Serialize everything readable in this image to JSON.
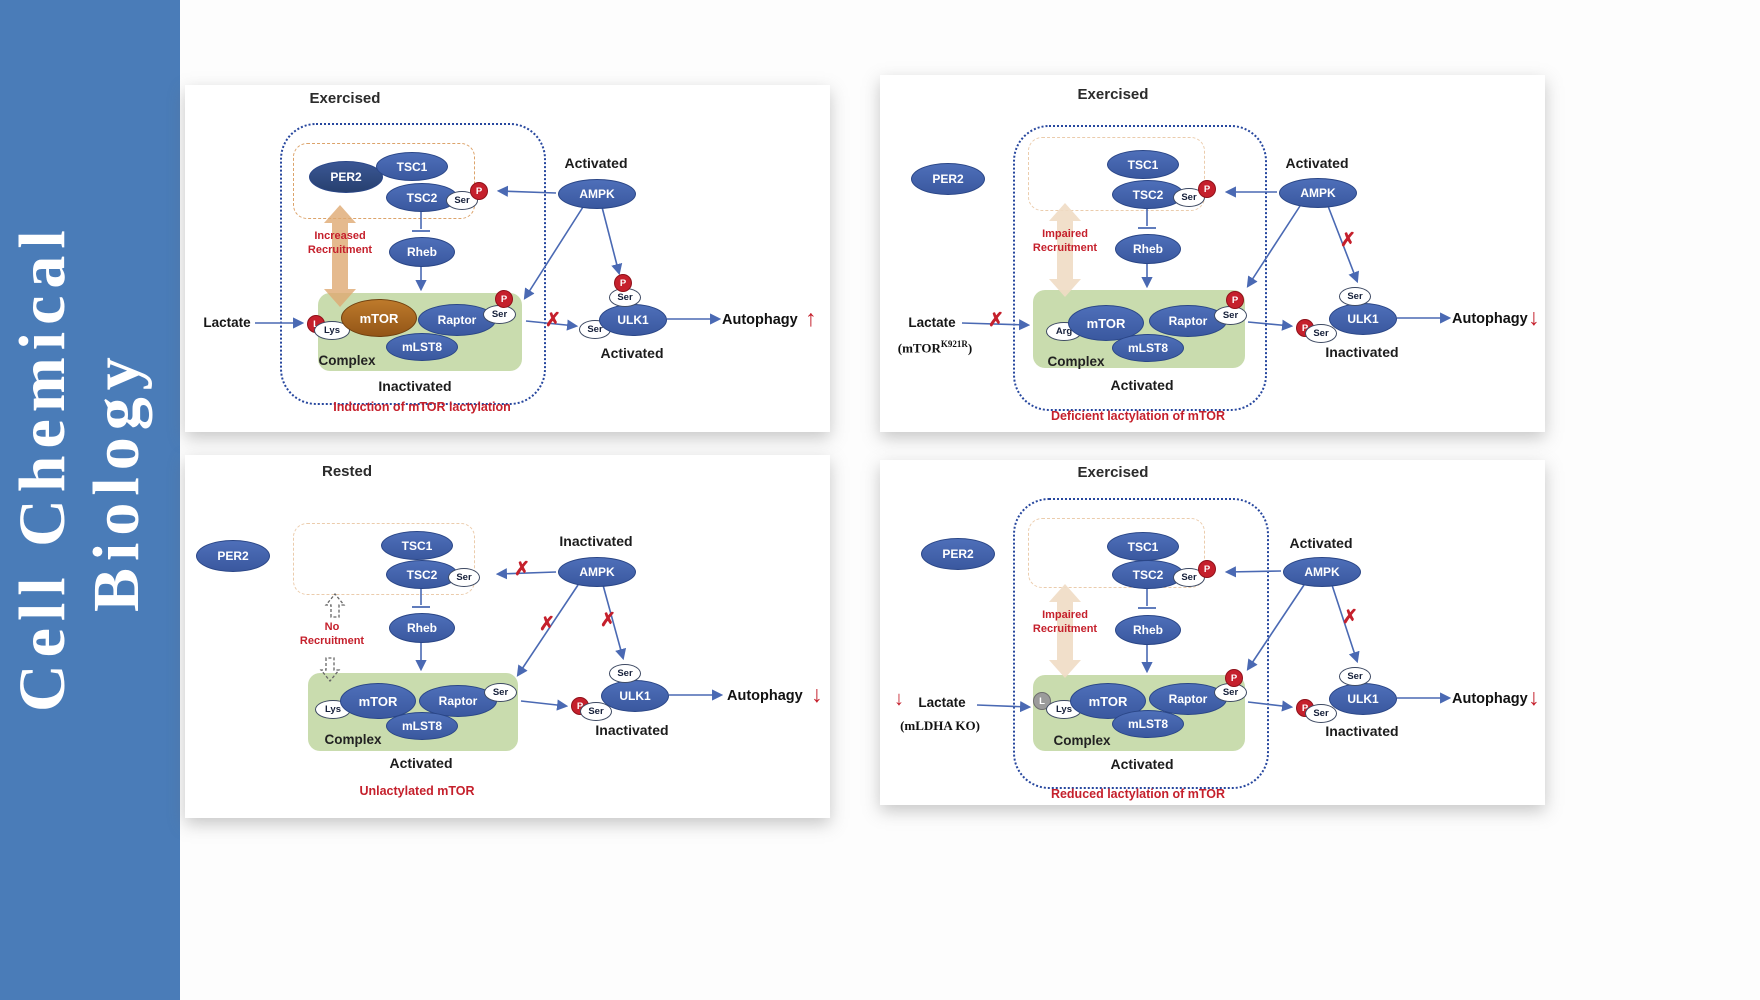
{
  "sidebar": {
    "line1": "Cell Chemical",
    "line2": "Biology"
  },
  "icons": {
    "cross": "✗",
    "arrow_up": "↑",
    "arrow_down": "↓"
  },
  "molecules": {
    "per2": "PER2",
    "tsc1": "TSC1",
    "tsc2": "TSC2",
    "rheb": "Rheb",
    "ampk": "AMPK",
    "mtor": "mTOR",
    "raptor": "Raptor",
    "mlst8": "mLST8",
    "ulk1": "ULK1"
  },
  "tags": {
    "ser": "Ser",
    "lys": "Lys",
    "arg": "Arg",
    "p": "P",
    "l": "L"
  },
  "shared": {
    "complex": "Complex",
    "autophagy": "Autophagy",
    "lactate": "Lactate"
  },
  "panels": [
    {
      "title": "Exercised",
      "ampk_state": "Activated",
      "complex_state": "Inactivated",
      "ulk1_state": "Activated",
      "recruitment_line1": "Increased",
      "recruitment_line2": "Recruitment",
      "caption": "Induction of mTOR lactylation",
      "autophagy_trend": "↑"
    },
    {
      "title": "Exercised",
      "ampk_state": "Activated",
      "complex_state": "Activated",
      "ulk1_state": "Inactivated",
      "recruitment_line1": "Impaired",
      "recruitment_line2": "Recruitment",
      "caption": "Deficient lactylation of mTOR",
      "mutation_prefix": "(mTOR",
      "mutation_sup": "K921R",
      "mutation_suffix": ")",
      "autophagy_trend": "↓"
    },
    {
      "title": "Rested",
      "ampk_state": "Inactivated",
      "complex_state": "Activated",
      "ulk1_state": "Inactivated",
      "recruitment_line1": "No",
      "recruitment_line2": "Recruitment",
      "caption": "Unlactylated mTOR",
      "autophagy_trend": "↓"
    },
    {
      "title": "Exercised",
      "ampk_state": "Activated",
      "complex_state": "Activated",
      "ulk1_state": "Inactivated",
      "recruitment_line1": "Impaired",
      "recruitment_line2": "Recruitment",
      "caption": "Reduced lactylation of mTOR",
      "mutation_note": "(mLDHA KO)",
      "lactate_trend": "↓",
      "autophagy_trend": "↓"
    }
  ]
}
